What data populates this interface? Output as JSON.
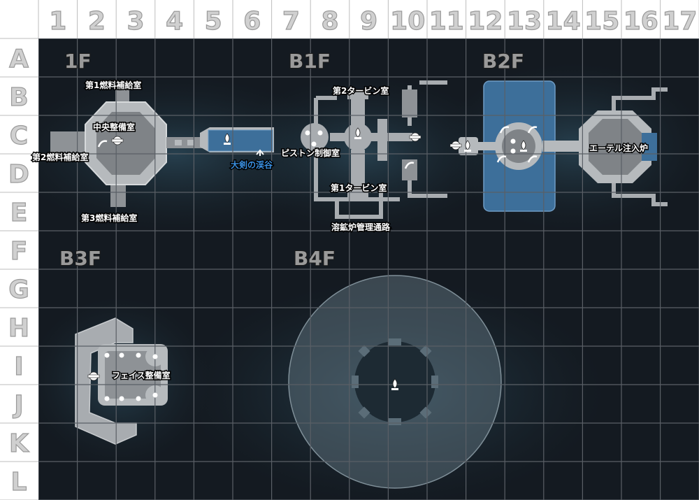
{
  "grid": {
    "columns": [
      "1",
      "2",
      "3",
      "4",
      "5",
      "6",
      "7",
      "8",
      "9",
      "10",
      "11",
      "12",
      "13",
      "14",
      "15",
      "16",
      "17"
    ],
    "rows": [
      "A",
      "B",
      "C",
      "D",
      "E",
      "F",
      "G",
      "H",
      "I",
      "J",
      "K",
      "L"
    ]
  },
  "floors": {
    "f1": "1F",
    "b1": "B1F",
    "b2": "B2F",
    "b3": "B3F",
    "b4": "B4F"
  },
  "rooms": {
    "fuel1": "第1燃料補給室",
    "central": "中央整備室",
    "fuel2": "第2燃料補給室",
    "fuel3": "第3燃料補給室",
    "greatsword_gorge": "大剣の渓谷",
    "turbine2": "第2タービン室",
    "piston_control": "ピストン制御室",
    "turbine1": "第1タービン室",
    "smelter_passage": "溶鉱炉管理通路",
    "ether_furnace": "エーテル注入炉",
    "face_maintenance": "フェイス整備室"
  },
  "colors": {
    "map_background": "#141a21",
    "grid_line": "#5a5f66",
    "structure": "#a8acb0",
    "highlight_blue": "#3d6f9a",
    "label_blue": "#3a8fe0"
  },
  "icons": [
    "bonfire-icon",
    "door-icon",
    "stairs-icon"
  ]
}
